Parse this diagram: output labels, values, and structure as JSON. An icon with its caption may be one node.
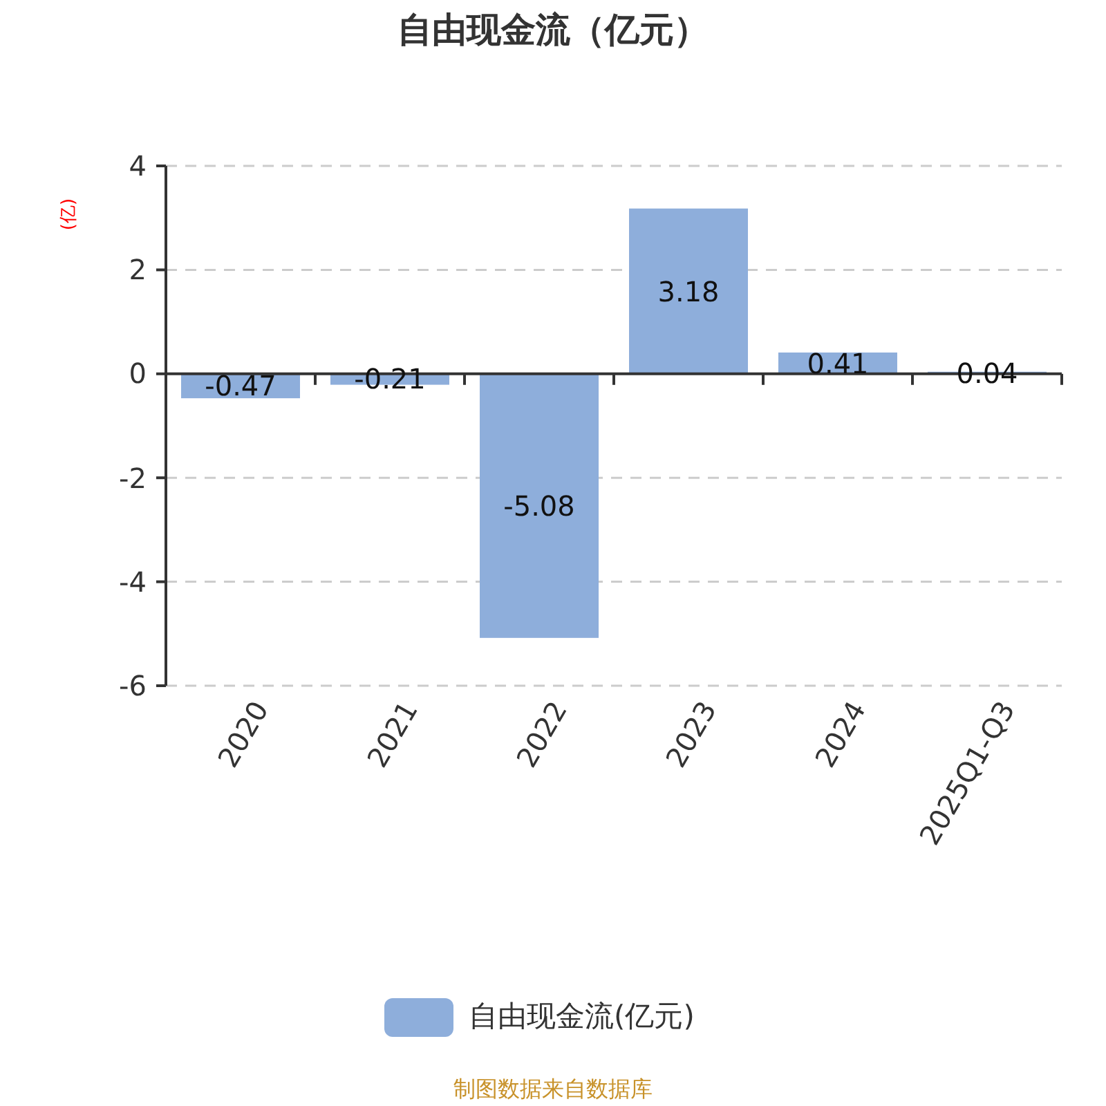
{
  "diagram": {
    "title": "自由现金流（亿元）",
    "labels": [
      "制图数据来自数据库"
    ],
    "chart_data": {
      "type": "bar",
      "ylabel": "(亿)",
      "categories": [
        "2020",
        "2021",
        "2022",
        "2023",
        "2024",
        "2025Q1-Q3"
      ],
      "series": [
        {
          "name": "自由现金流(亿元)",
          "color": "#8eaedb",
          "values": [
            -0.47,
            -0.21,
            -5.08,
            3.18,
            0.41,
            0.04
          ]
        }
      ],
      "grid": "y",
      "ylim": [
        -6,
        4
      ],
      "yticks": [
        -6,
        -4,
        -2,
        0,
        2,
        4
      ],
      "data_labels": true
    }
  }
}
